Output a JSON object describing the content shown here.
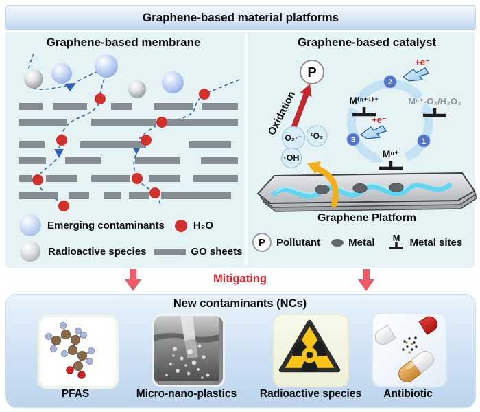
{
  "banner": {
    "title": "Graphene-based material platforms"
  },
  "membrane": {
    "title": "Graphene-based membrane",
    "legend": [
      {
        "label": "Emerging contaminants"
      },
      {
        "label": "H₂O"
      },
      {
        "label": "Radioactive species"
      },
      {
        "label": "GO sheets"
      }
    ]
  },
  "catalyst": {
    "title": "Graphene-based catalyst",
    "pollutant_symbol": "P",
    "oxidation_label": "Oxidation",
    "ros": {
      "superoxide": "O₂·⁻",
      "singlet_oxygen": "¹O₂",
      "hydroxyl": "·OH"
    },
    "cycle": {
      "m_oxidized": "M⁽ⁿ⁺¹⁾⁺",
      "m_complex": "Mⁿ⁺-O₂/H₂O₂",
      "m_reduced": "Mⁿ⁺",
      "electron_label": "+e⁻",
      "steps": [
        "1",
        "2",
        "3"
      ]
    },
    "platform_label": "Graphene Platform",
    "legend": [
      {
        "symbol": "P",
        "label": "Pollutant"
      },
      {
        "label": "Metal"
      },
      {
        "symbol": "M",
        "label": "Metal sites"
      }
    ]
  },
  "mitigating": {
    "label": "Mitigating"
  },
  "contaminants": {
    "title": "New contaminants (NCs)",
    "items": [
      {
        "label": "PFAS"
      },
      {
        "label": "Micro-nano-plastics"
      },
      {
        "label": "Radioactive species"
      },
      {
        "label": "Antibiotic"
      }
    ]
  },
  "colors": {
    "panel_cyan": "#e6f3f4",
    "banner_blue": "#bed5ee",
    "go_sheet_gray": "#868d92",
    "water_red": "#d3302c",
    "path_blue": "#3a6cb5",
    "oxidation_red": "#c4262e",
    "electron_red": "#d51f26",
    "cycle_arc_blue": "#c3e2f3",
    "step_circle_blue": "#4f74c9",
    "yellow_arrow": "#f3ae1b",
    "platform_cyan": "#58d7f3",
    "mitigating_red": "#e8232b",
    "mitigating_arrow": "#ee5a66",
    "radiation_yellow": "#f8c517"
  }
}
